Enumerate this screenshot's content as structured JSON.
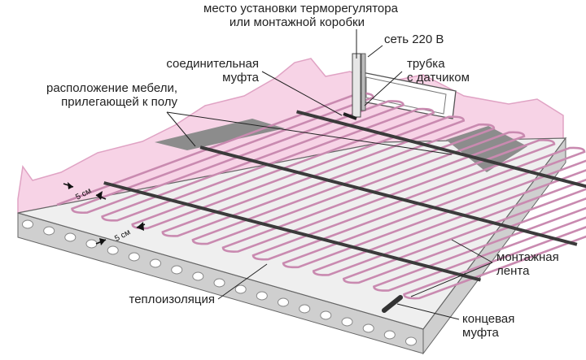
{
  "colors": {
    "wall": "#f7d3e6",
    "wall_edge": "#e0a3c4",
    "cable": "#c98ab0",
    "tape": "#3b3b3b",
    "furniture": "#8c8c8c",
    "screed": "#efefef",
    "slab_side": "#cfcfcf",
    "ink": "#222222"
  },
  "labels": {
    "thermostat": [
      "место установки терморегулятора",
      "или монтажной коробки"
    ],
    "power": [
      "сеть 220 В"
    ],
    "coupling": [
      "соединительная",
      "муфта"
    ],
    "sensor_tube": [
      "трубка",
      "с датчиком"
    ],
    "furniture": [
      "расположение мебели,",
      "прилегающей к полу"
    ],
    "tape": [
      "монтажная",
      "лента"
    ],
    "insulation": [
      "теплоизоляция"
    ],
    "end_coupling": [
      "концевая",
      "муфта"
    ]
  },
  "spacing_marks": [
    "5 см",
    "5 см"
  ]
}
